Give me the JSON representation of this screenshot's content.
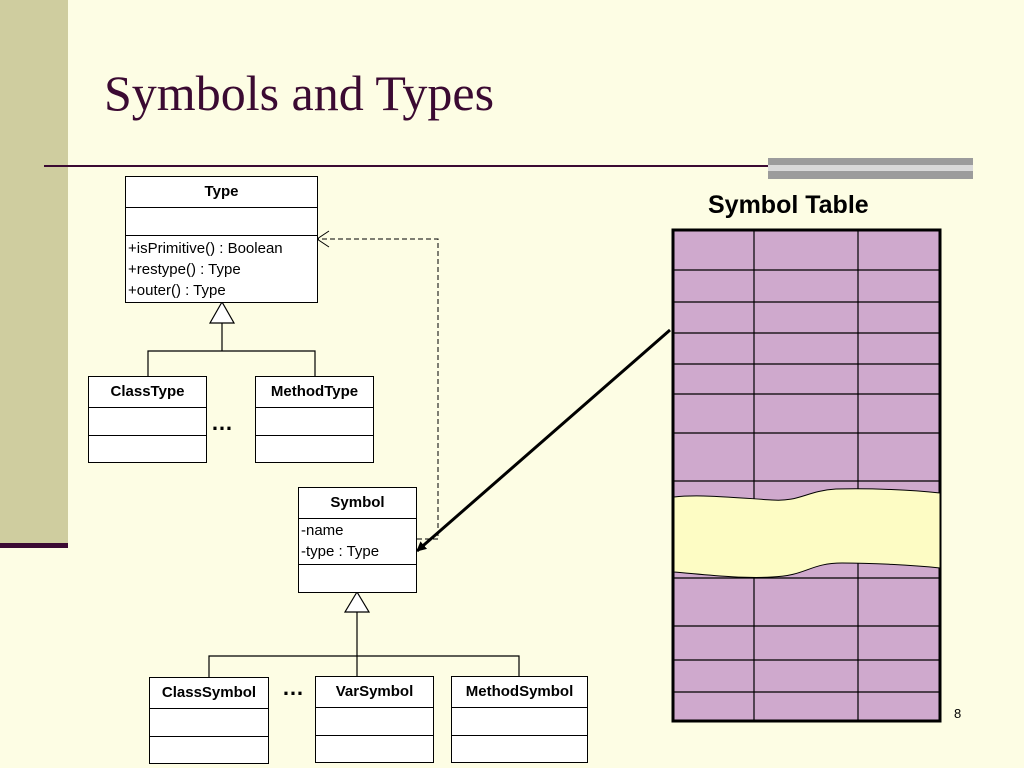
{
  "slide": {
    "title": "Symbols and Types",
    "page_number": "8"
  },
  "diagram": {
    "classes": {
      "type": {
        "name": "Type",
        "attributes": [],
        "operations": [
          "+isPrimitive() : Boolean",
          "+restype() : Type",
          "+outer() : Type"
        ]
      },
      "class_type": {
        "name": "ClassType"
      },
      "method_type": {
        "name": "MethodType"
      },
      "symbol": {
        "name": "Symbol",
        "attributes": [
          "-name",
          "-type : Type"
        ]
      },
      "class_symbol": {
        "name": "ClassSymbol"
      },
      "var_symbol": {
        "name": "VarSymbol"
      },
      "method_symbol": {
        "name": "MethodSymbol"
      }
    },
    "ellipsis": "…",
    "relations": [
      {
        "kind": "generalization",
        "from": [
          "ClassType",
          "MethodType"
        ],
        "to": "Type"
      },
      {
        "kind": "generalization",
        "from": [
          "ClassSymbol",
          "VarSymbol",
          "MethodSymbol"
        ],
        "to": "Symbol"
      },
      {
        "kind": "dependency",
        "from": "Symbol",
        "to": "Type"
      },
      {
        "kind": "association-arrow",
        "from": "Symbol Table",
        "to": "Symbol"
      }
    ],
    "symbol_table": {
      "title": "Symbol Table",
      "columns": 3,
      "fill_color": "#cfa9cd",
      "break_fill_color": "#fdfcc4"
    }
  },
  "colors": {
    "background": "#fdfde4",
    "sidebar": "#cfcd9f",
    "title_text": "#3b0a32"
  }
}
